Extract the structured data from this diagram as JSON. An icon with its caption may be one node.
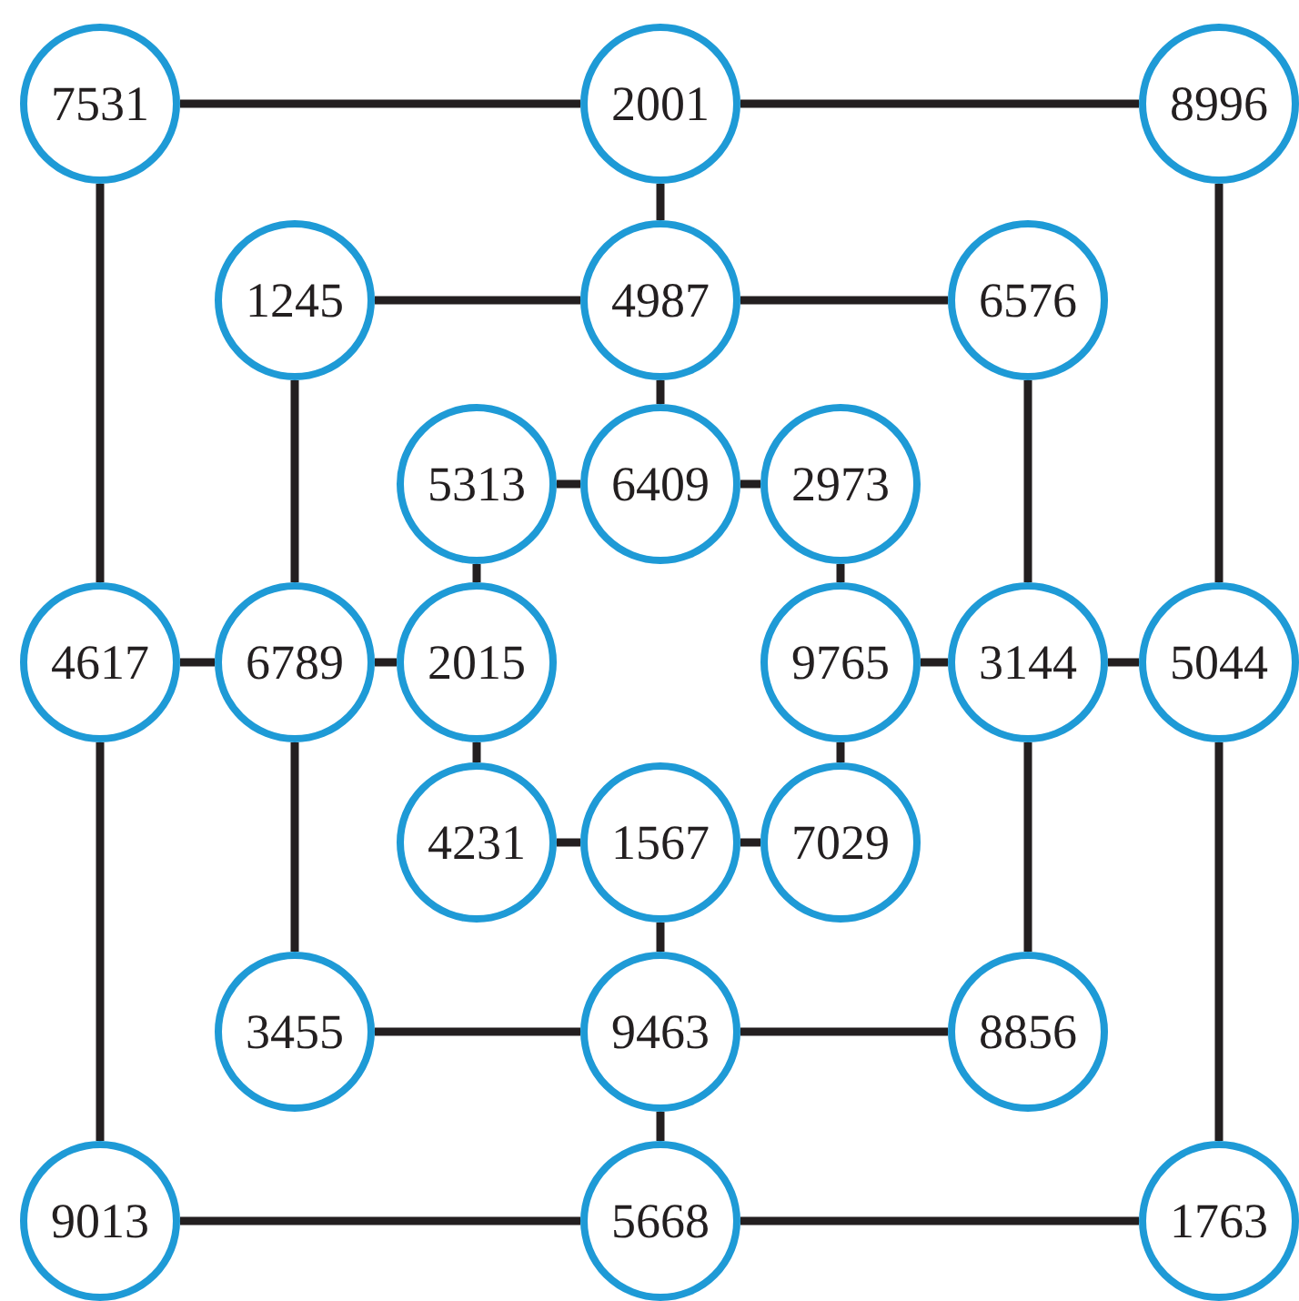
{
  "diagram": {
    "nodes": [
      {
        "text": [
          "7531"
        ]
      },
      {
        "text": [
          "2001"
        ]
      },
      {
        "text": [
          "8996"
        ]
      },
      {
        "text": [
          "1245"
        ]
      },
      {
        "text": [
          "4987"
        ]
      },
      {
        "text": [
          "6576"
        ]
      },
      {
        "text": [
          "5313"
        ]
      },
      {
        "text": [
          "6409"
        ]
      },
      {
        "text": [
          "2973"
        ]
      },
      {
        "text": [
          "4617"
        ]
      },
      {
        "text": [
          "6789"
        ]
      },
      {
        "text": [
          "2015"
        ]
      },
      {
        "text": [
          "9765"
        ]
      },
      {
        "text": [
          "3144"
        ]
      },
      {
        "text": [
          "5044"
        ]
      },
      {
        "text": [
          "4231"
        ]
      },
      {
        "text": [
          "1567"
        ]
      },
      {
        "text": [
          "7029"
        ]
      },
      {
        "text": [
          "3455"
        ]
      },
      {
        "text": [
          "9463"
        ]
      },
      {
        "text": [
          "8856"
        ]
      },
      {
        "text": [
          "9013"
        ]
      },
      {
        "text": [
          "5668"
        ]
      },
      {
        "text": [
          "1763"
        ]
      }
    ],
    "edges": [
      {
        "from": 0,
        "to": 1,
        "arrow": "none"
      },
      {
        "from": 1,
        "to": 2,
        "arrow": "none"
      },
      {
        "from": 0,
        "to": 9,
        "arrow": "none"
      },
      {
        "from": 9,
        "to": 21,
        "arrow": "none"
      },
      {
        "from": 21,
        "to": 22,
        "arrow": "none"
      },
      {
        "from": 22,
        "to": 23,
        "arrow": "none"
      },
      {
        "from": 2,
        "to": 14,
        "arrow": "none"
      },
      {
        "from": 14,
        "to": 23,
        "arrow": "none"
      },
      {
        "from": 3,
        "to": 4,
        "arrow": "none"
      },
      {
        "from": 4,
        "to": 5,
        "arrow": "none"
      },
      {
        "from": 3,
        "to": 10,
        "arrow": "none"
      },
      {
        "from": 10,
        "to": 18,
        "arrow": "none"
      },
      {
        "from": 18,
        "to": 19,
        "arrow": "none"
      },
      {
        "from": 19,
        "to": 20,
        "arrow": "none"
      },
      {
        "from": 5,
        "to": 13,
        "arrow": "none"
      },
      {
        "from": 13,
        "to": 20,
        "arrow": "none"
      },
      {
        "from": 6,
        "to": 7,
        "arrow": "none"
      },
      {
        "from": 7,
        "to": 8,
        "arrow": "none"
      },
      {
        "from": 6,
        "to": 11,
        "arrow": "none"
      },
      {
        "from": 11,
        "to": 15,
        "arrow": "none"
      },
      {
        "from": 15,
        "to": 16,
        "arrow": "none"
      },
      {
        "from": 16,
        "to": 17,
        "arrow": "none"
      },
      {
        "from": 8,
        "to": 12,
        "arrow": "none"
      },
      {
        "from": 12,
        "to": 17,
        "arrow": "none"
      },
      {
        "from": 1,
        "to": 4,
        "arrow": "none"
      },
      {
        "from": 4,
        "to": 7,
        "arrow": "none"
      },
      {
        "from": 9,
        "to": 10,
        "arrow": "none"
      },
      {
        "from": 10,
        "to": 11,
        "arrow": "none"
      },
      {
        "from": 12,
        "to": 13,
        "arrow": "none"
      },
      {
        "from": 13,
        "to": 14,
        "arrow": "none"
      },
      {
        "from": 16,
        "to": 19,
        "arrow": "none"
      },
      {
        "from": 19,
        "to": 22,
        "arrow": "none"
      }
    ]
  }
}
